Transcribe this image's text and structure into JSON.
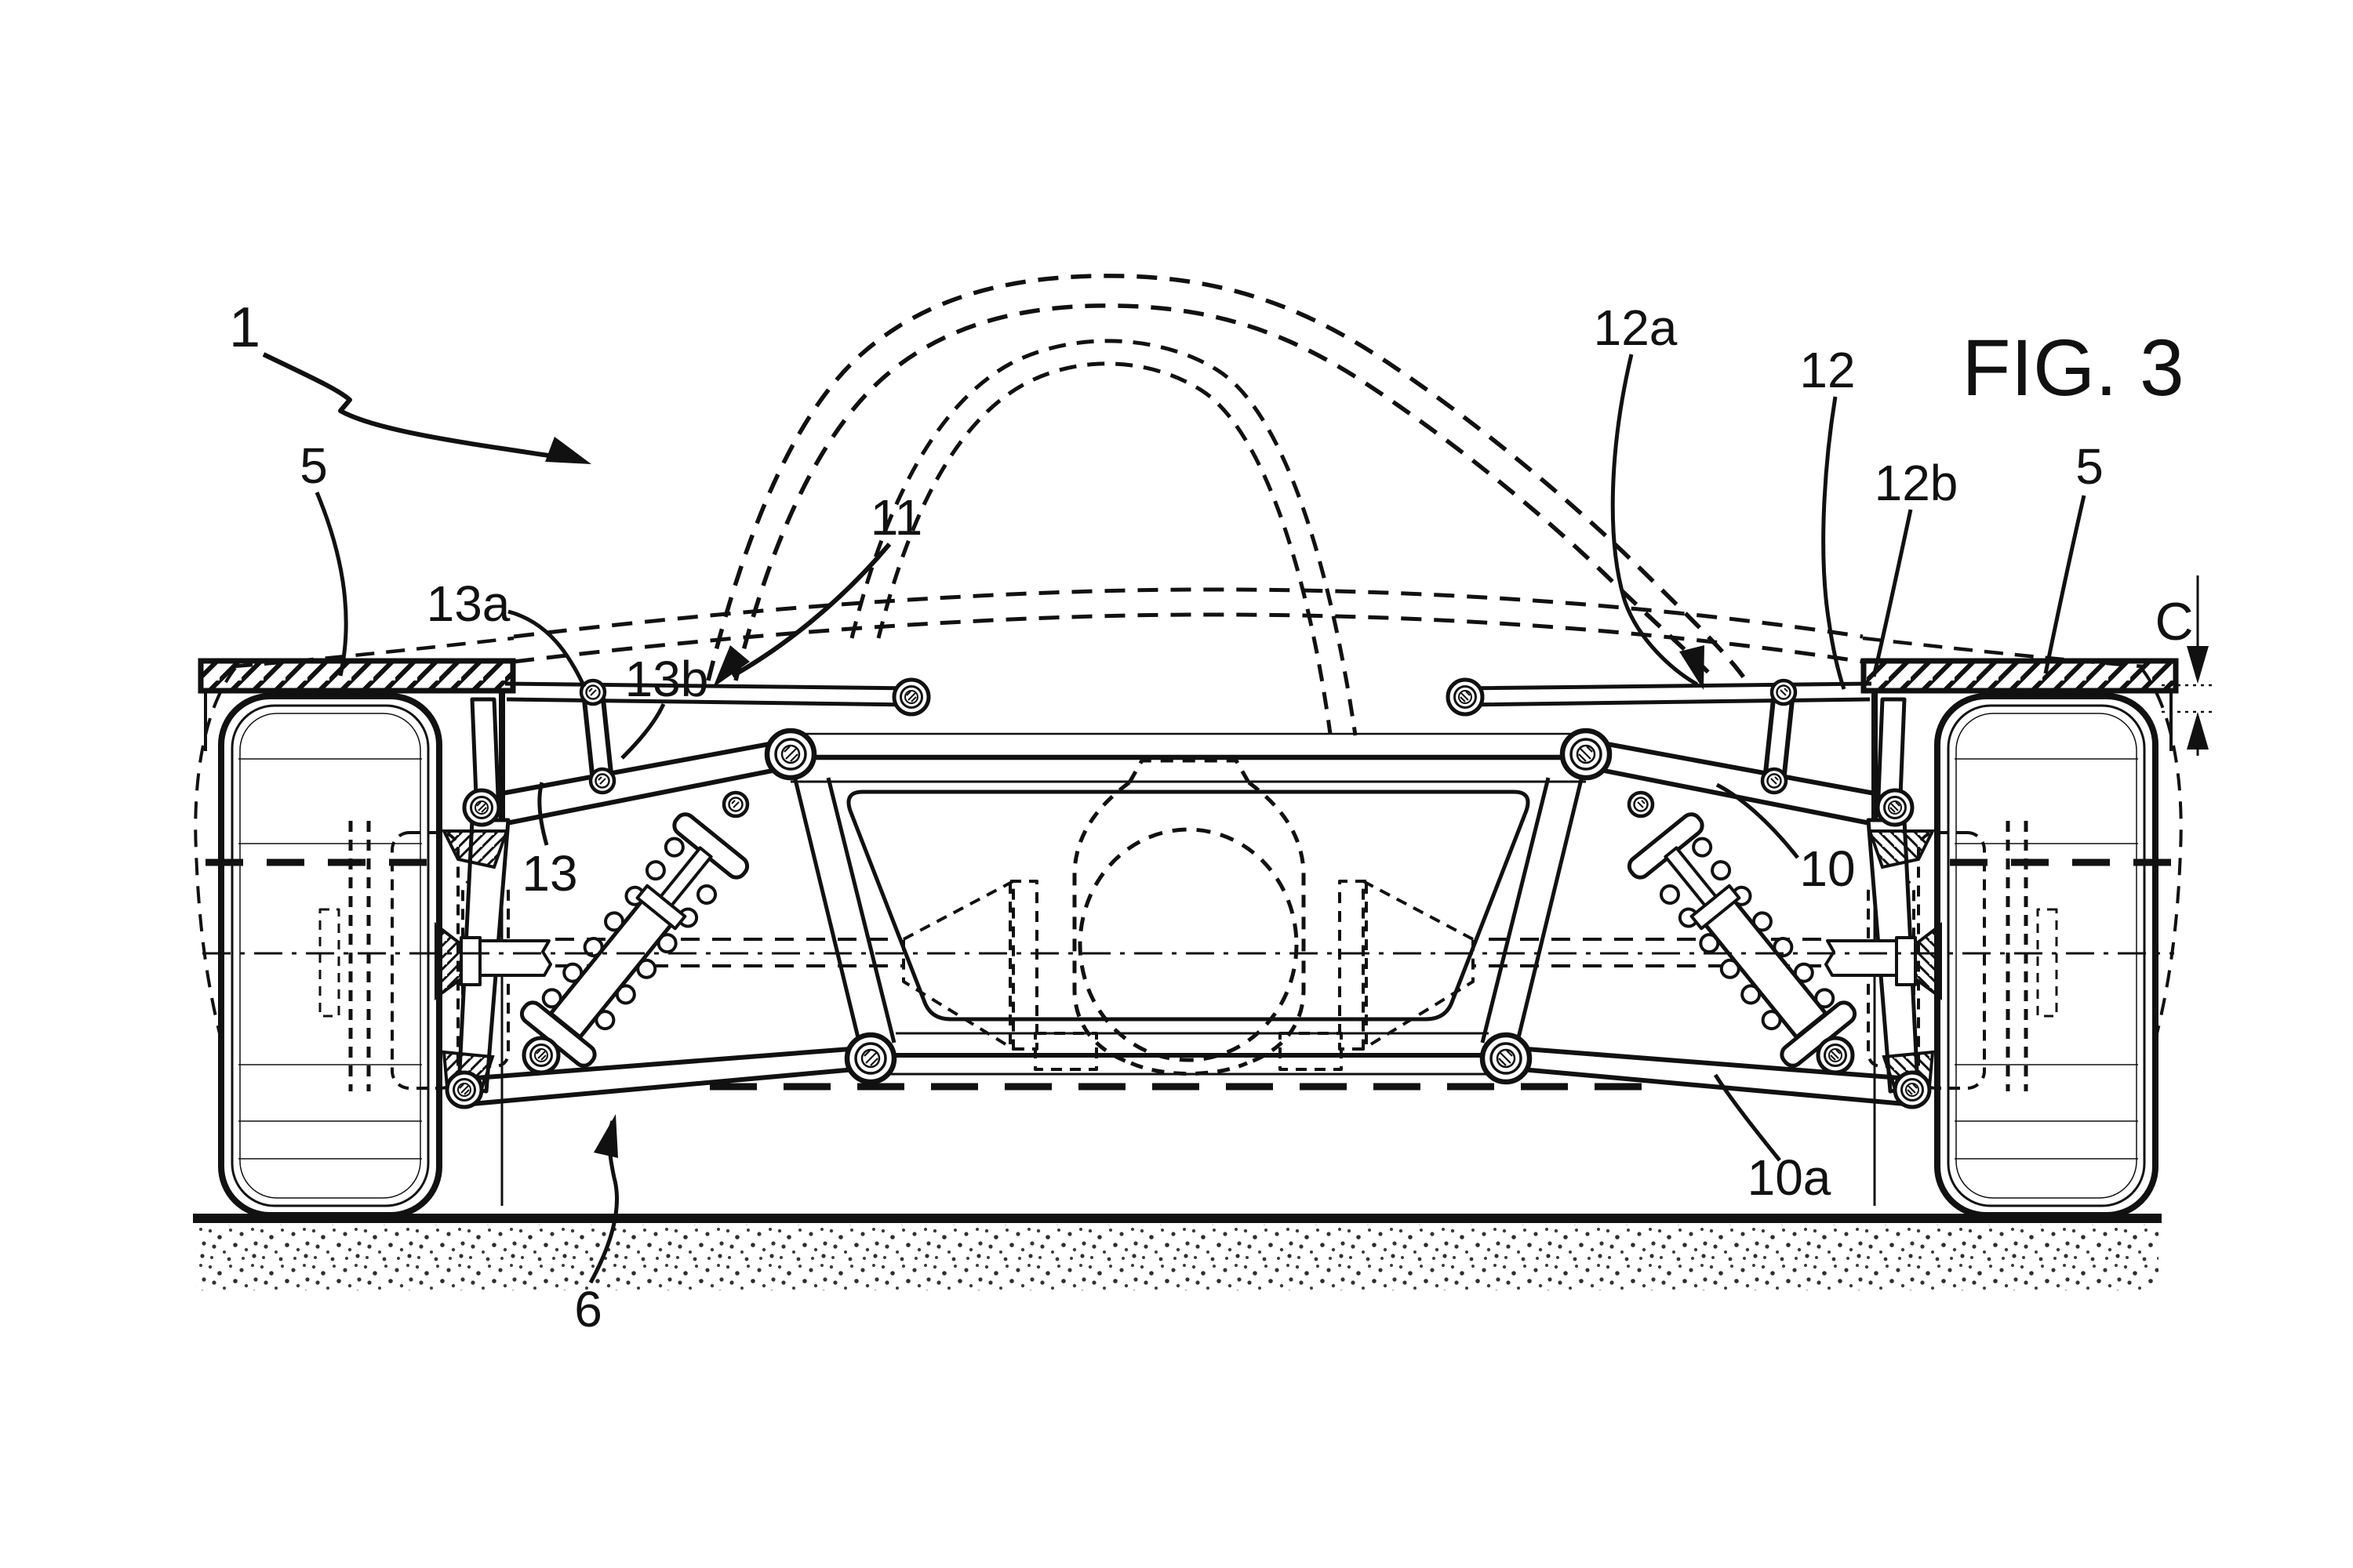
{
  "figure_title": "FIG. 3",
  "dimension_label": "C",
  "reference_numerals": {
    "vehicle_body": "1",
    "left_wheel": "5",
    "right_wheel": "5",
    "ground": "6",
    "upper_arm": "10",
    "lower_arm": "10a",
    "toe_link": "11",
    "link_12": "12",
    "link_12a": "12a",
    "link_12b": "12b",
    "link_13": "13",
    "link_13a": "13a",
    "link_13b": "13b"
  },
  "colors": {
    "ink": "#111111",
    "paper": "#ffffff"
  }
}
